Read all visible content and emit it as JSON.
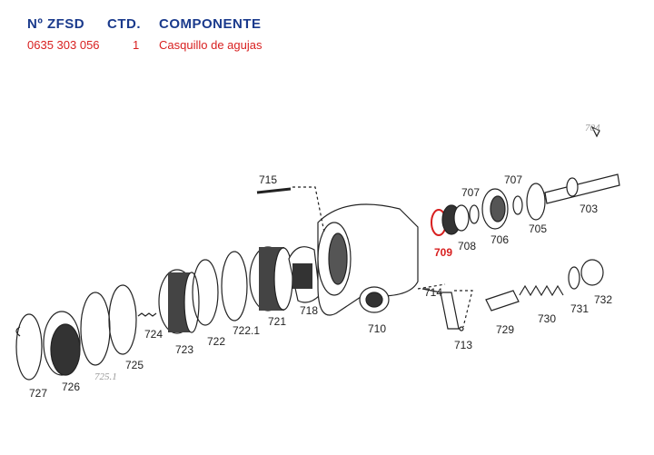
{
  "table": {
    "headers": {
      "part_number": "Nº ZFSD",
      "qty": "CTD.",
      "component": "COMPONENTE"
    },
    "row": {
      "part_number": "0635 303 056",
      "qty": "1",
      "component": "Casquillo de agujas"
    }
  },
  "highlight_color": "#d81f1f",
  "header_color": "#1a3a8c",
  "callouts": {
    "c703": "703",
    "c704": "704",
    "c705": "705",
    "c706": "706",
    "c707a": "707",
    "c707b": "707",
    "c708": "708",
    "c709": "709",
    "c710": "710",
    "c713": "713",
    "c714": "714",
    "c715": "715",
    "c718": "718",
    "c721": "721",
    "c722": "722",
    "c7221": "722.1",
    "c723": "723",
    "c724": "724",
    "c725": "725",
    "c7251": "725.1",
    "c726": "726",
    "c727": "727",
    "c729": "729",
    "c730": "730",
    "c731": "731",
    "c732": "732"
  }
}
